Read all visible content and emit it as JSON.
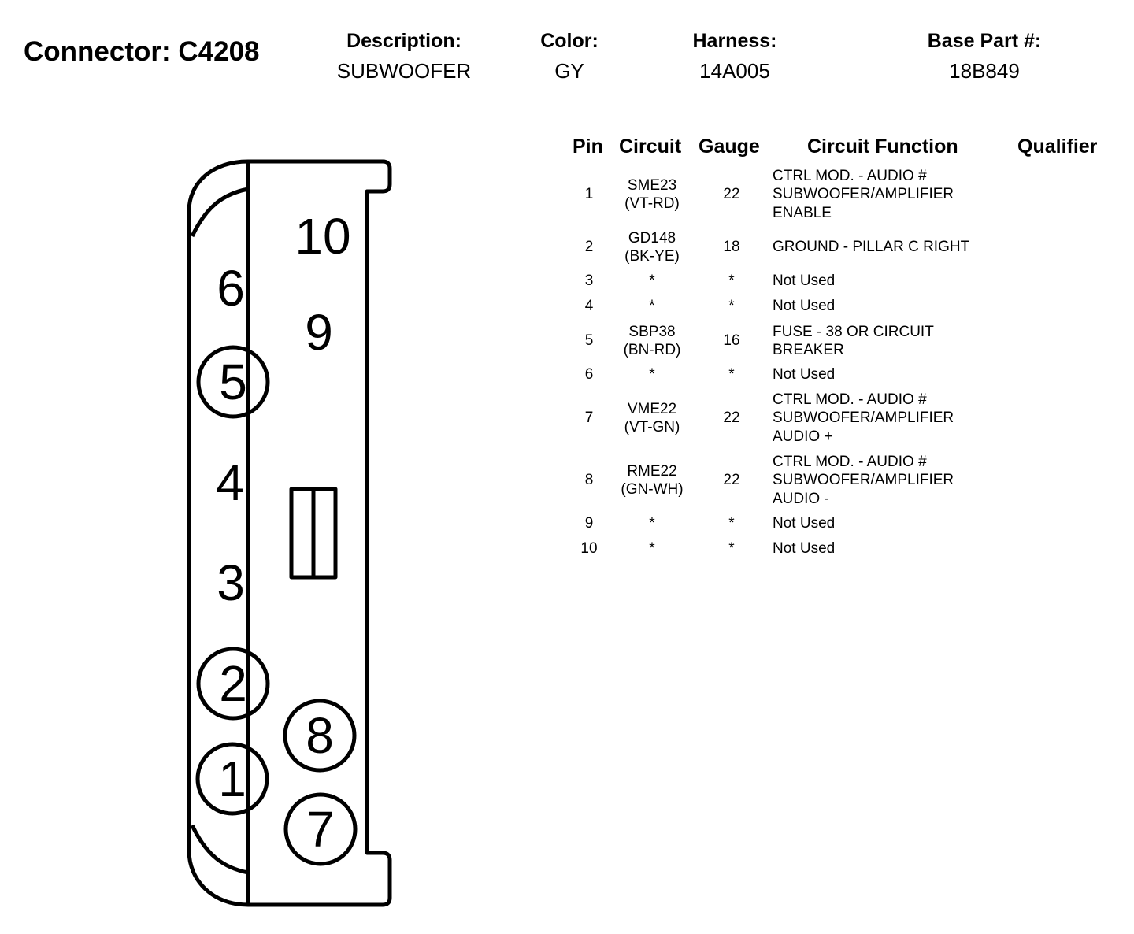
{
  "connector": {
    "title": "Connector: C4208"
  },
  "header": {
    "description_label": "Description:",
    "description_value": "SUBWOOFER",
    "color_label": "Color:",
    "color_value": "GY",
    "harness_label": "Harness:",
    "harness_value": "14A005",
    "base_part_label": "Base Part #:",
    "base_part_value": "18B849"
  },
  "diagram": {
    "pins": [
      "1",
      "2",
      "3",
      "4",
      "5",
      "6",
      "7",
      "8",
      "9",
      "10"
    ],
    "circled_pins": [
      "1",
      "2",
      "5",
      "7",
      "8"
    ]
  },
  "table": {
    "headers": {
      "pin": "Pin",
      "circuit": "Circuit",
      "gauge": "Gauge",
      "function": "Circuit Function",
      "qualifier": "Qualifier"
    },
    "rows": [
      {
        "pin": "1",
        "circuit": [
          "SME23",
          "(VT-RD)"
        ],
        "gauge": "22",
        "function": [
          "CTRL MOD. - AUDIO #",
          "SUBWOOFER/AMPLIFIER",
          "ENABLE"
        ],
        "qualifier": ""
      },
      {
        "pin": "2",
        "circuit": [
          "GD148",
          "(BK-YE)"
        ],
        "gauge": "18",
        "function": [
          "GROUND - PILLAR C RIGHT"
        ],
        "qualifier": ""
      },
      {
        "pin": "3",
        "circuit": [
          "*"
        ],
        "gauge": "*",
        "function": [
          "Not Used"
        ],
        "qualifier": ""
      },
      {
        "pin": "4",
        "circuit": [
          "*"
        ],
        "gauge": "*",
        "function": [
          "Not Used"
        ],
        "qualifier": ""
      },
      {
        "pin": "5",
        "circuit": [
          "SBP38",
          "(BN-RD)"
        ],
        "gauge": "16",
        "function": [
          "FUSE - 38 OR CIRCUIT",
          "BREAKER"
        ],
        "qualifier": ""
      },
      {
        "pin": "6",
        "circuit": [
          "*"
        ],
        "gauge": "*",
        "function": [
          "Not Used"
        ],
        "qualifier": ""
      },
      {
        "pin": "7",
        "circuit": [
          "VME22",
          "(VT-GN)"
        ],
        "gauge": "22",
        "function": [
          "CTRL MOD. - AUDIO #",
          "SUBWOOFER/AMPLIFIER",
          "AUDIO +"
        ],
        "qualifier": ""
      },
      {
        "pin": "8",
        "circuit": [
          "RME22",
          "(GN-WH)"
        ],
        "gauge": "22",
        "function": [
          "CTRL MOD. - AUDIO #",
          "SUBWOOFER/AMPLIFIER",
          "AUDIO -"
        ],
        "qualifier": ""
      },
      {
        "pin": "9",
        "circuit": [
          "*"
        ],
        "gauge": "*",
        "function": [
          "Not Used"
        ],
        "qualifier": ""
      },
      {
        "pin": "10",
        "circuit": [
          "*"
        ],
        "gauge": "*",
        "function": [
          "Not Used"
        ],
        "qualifier": ""
      }
    ]
  }
}
